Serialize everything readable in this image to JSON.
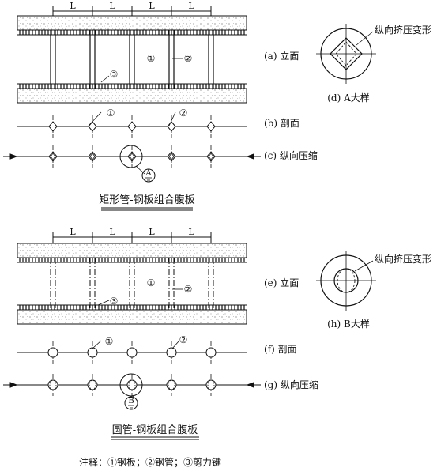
{
  "top": {
    "span_label": "L",
    "circle_labels": [
      "①",
      "②",
      "③"
    ],
    "view_a": "(a) 立面",
    "view_b": "(b) 剖面",
    "view_c": "(c) 纵向压缩",
    "detail_marker": "A",
    "detail_title": "(d) A大样",
    "detail_note": "纵向挤压变形",
    "caption": "矩形管-钢板组合腹板"
  },
  "bottom": {
    "span_label": "L",
    "circle_labels": [
      "①",
      "②",
      "③"
    ],
    "view_e": "(e) 立面",
    "view_f": "(f) 剖面",
    "view_g": "(g) 纵向压缩",
    "detail_marker": "B",
    "detail_title": "(h) B大样",
    "detail_note": "纵向挤压变形",
    "caption": "圆管-钢板组合腹板"
  },
  "note": "注释：①钢板；②钢管；③剪力键"
}
